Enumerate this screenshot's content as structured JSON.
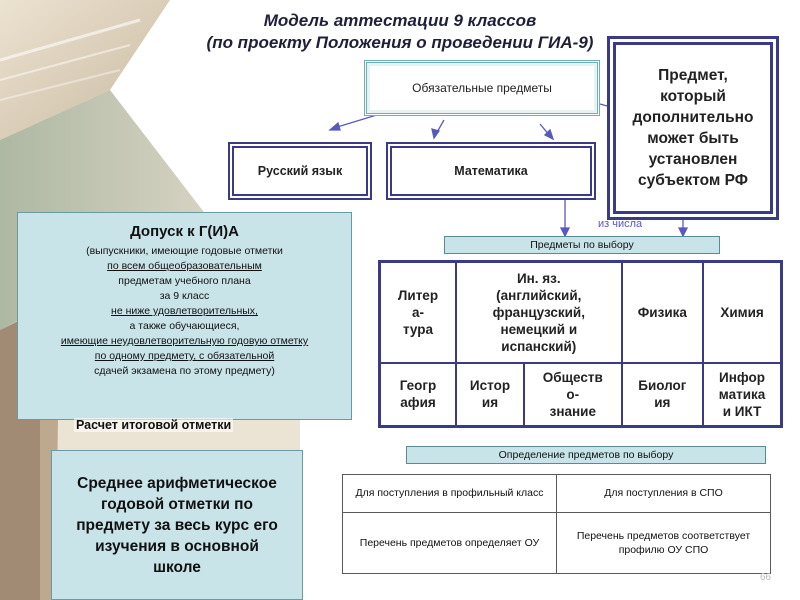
{
  "title": {
    "line1": "Модель аттестации 9 классов",
    "line2": "(по проекту Положения о проведении ГИА-9)"
  },
  "mandatory": {
    "label": "Обязательные предметы",
    "russian": "Русский язык",
    "math": "Математика"
  },
  "extra_subject": {
    "lines": [
      "Предмет,",
      "который",
      "дополнительно",
      "может быть",
      "установлен",
      "субъектом РФ"
    ]
  },
  "from_list": "из числа",
  "optional_banner": "Предметы по выбору",
  "optional_subjects": {
    "row1": [
      "Литер\nа-\nтура",
      "Ин. яз.\n(английский,\nфранцузский,\nнемецкий и\nиспанский)",
      "Физика",
      "Химия"
    ],
    "row2": [
      "Геогр\nафия",
      "Истор\nия",
      "Обществ\nо-\nзнание",
      "Биолог\nия",
      "Инфор\nматика\nи ИКТ"
    ]
  },
  "admission": {
    "heading": "Допуск к Г(И)А",
    "lines": [
      "(выпускники, имеющие годовые отметки",
      "по всем общеобразовательным",
      "предметам учебного плана",
      "за 9 класс",
      "не ниже удовлетворительных,",
      "а также обучающиеся,",
      "имеющие неудовлетворительную годовую отметку",
      "по одному предмету, с обязательной",
      "сдачей экзамена по этому предмету)"
    ]
  },
  "calc_label": "Расчет итоговой отметки",
  "average": {
    "lines": [
      "Среднее арифметическое",
      "годовой отметки по",
      "предмету за весь курс его",
      "изучения в основной",
      "школе"
    ]
  },
  "definition_banner": "Определение предметов по выбору",
  "definition_table": {
    "headers": [
      "Для поступления в профильный класс",
      "Для поступления в СПО"
    ],
    "cells": [
      "Перечень предметов определяет ОУ",
      "Перечень предметов соответствует профилю ОУ СПО"
    ]
  },
  "page_number": "66",
  "colors": {
    "accent_border": "#3a3a86",
    "banner_fill": "#c9e4e8",
    "arrow": "#5858c0"
  }
}
